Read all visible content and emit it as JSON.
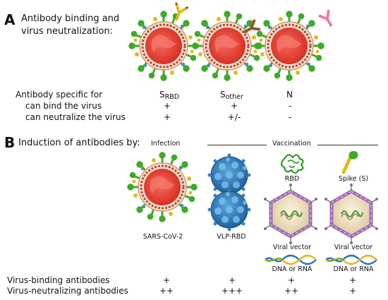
{
  "panel_a": {
    "letter": "A",
    "title_line1": "Antibody binding and",
    "title_line2": "virus neutralization:",
    "row_header": "Antibody specific for",
    "row_bind": "can bind the virus",
    "row_neutralize": "can neutralize the virus",
    "columns": [
      {
        "label_main": "S",
        "label_sub": "RBD",
        "bind": "+",
        "neutralize": "+"
      },
      {
        "label_main": "S",
        "label_sub": "other",
        "bind": "+",
        "neutralize": "+/-"
      },
      {
        "label_main": "N",
        "label_sub": "",
        "bind": "-",
        "neutralize": "-"
      }
    ]
  },
  "panel_b": {
    "letter": "B",
    "title": "Induction of antibodies by:",
    "infection_header": "Infection",
    "vaccination_header": "Vaccination",
    "items": [
      {
        "label": "SARS-CoV-2",
        "binding": "+",
        "neutralizing": "++"
      },
      {
        "label": "VLP-RBD",
        "binding": "+",
        "neutralizing": "+++"
      },
      {
        "label": "Viral vector",
        "top_label": "RBD",
        "bottom_label": "DNA or RNA",
        "binding": "+",
        "neutralizing": "++"
      },
      {
        "label": "Viral vector",
        "top_label": "Spike (S)",
        "bottom_label": "DNA or RNA",
        "binding": "+",
        "neutralizing": "+"
      }
    ],
    "row_binding": "Virus-binding antibodies",
    "row_neutralizing": "Virus-neutralizing antibodies"
  },
  "colors": {
    "virus_body": "#e8352a",
    "virus_membrane": "#f0e6d2",
    "spike_green": "#3faa2a",
    "vlp_blue": "#2a78c0",
    "antibody_yellow": "#e6b81c",
    "antibody_brown": "#8b5a2b",
    "antibody_pink": "#f07aa8",
    "vector_purple": "#9a6ab4",
    "rbd_green": "#2f9a2a"
  }
}
